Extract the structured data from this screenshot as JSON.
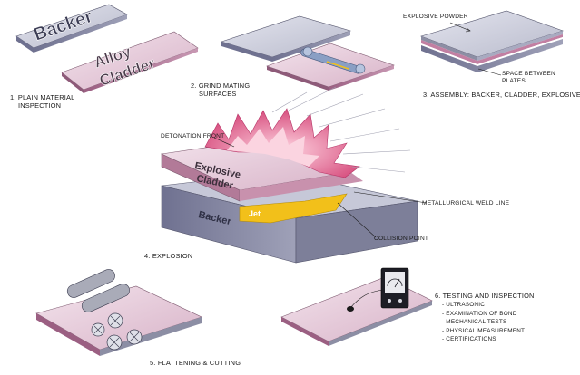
{
  "steps": {
    "s1": {
      "caption": "1. PLAIN MATERIAL\n    INSPECTION",
      "backer_label": "Backer",
      "alloy_label": "Alloy",
      "cladder_label": "Cladder"
    },
    "s2": {
      "caption": "2. GRIND MATING\n    SURFACES"
    },
    "s3": {
      "caption": "3. ASSEMBLY: BACKER, CLADDER, EXPLOSIVE",
      "explosive_powder": "EXPLOSIVE POWDER",
      "space_between_plates": "SPACE BETWEEN\nPLATES"
    },
    "s4": {
      "caption": "4. EXPLOSION",
      "detonation_front": "DETONATION FRONT",
      "explosive_label": "Explosive",
      "cladder_label": "Cladder",
      "jet_label": "Jet",
      "backer_label": "Backer",
      "weld_line": "METALLURGICAL WELD LINE",
      "collision_point": "COLLISION POINT"
    },
    "s5": {
      "caption": "5. FLATTENING & CUTTING"
    },
    "s6": {
      "caption": "6. TESTING AND INSPECTION",
      "items": [
        "- ULTRASONIC",
        "- EXAMINATION OF BOND",
        "- MECHANICAL TESTS",
        "- PHYSICAL MEASUREMENT",
        "- CERTIFICATIONS"
      ]
    }
  },
  "colors": {
    "plate_top": "#c9cbd8",
    "plate_side": "#8c8ea4",
    "cladder_top": "#e7cfdc",
    "cladder_side": "#b07f9b",
    "jet": "#f2c01a",
    "flame": "#d94a7a",
    "flame_light": "#f4a3b8"
  }
}
